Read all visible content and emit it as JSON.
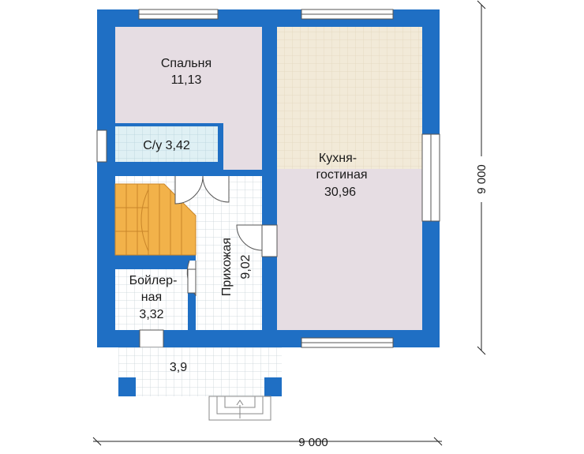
{
  "colors": {
    "wall": "#1f6fc4",
    "wall_dark": "#1d5fae",
    "bedroom_floor": "#e6dde3",
    "kitchen_floor": "#f2ead8",
    "living_floor": "#e6dde3",
    "tile_floor": "#dff0f4",
    "hall_floor": "#ffffff",
    "stairs": "#f2b24a",
    "dimension_line": "#222222"
  },
  "rooms": {
    "bedroom": {
      "name": "Спальня",
      "area": "11,13"
    },
    "bathroom": {
      "label": "С/у 3,42"
    },
    "kitchen": {
      "name_line1": "Кухня-",
      "name_line2": "гостиная",
      "area": "30,96"
    },
    "hallway": {
      "name": "Прихожая",
      "area": "9,02"
    },
    "boiler": {
      "name_line1": "Бойлер-",
      "name_line2": "ная",
      "area": "3,32"
    },
    "porch": {
      "area": "3,9"
    }
  },
  "dimensions": {
    "width": "9 000",
    "height": "9 000"
  },
  "icons": {
    "stairs": "staircase-icon",
    "door": "door-swing-icon",
    "window": "window-icon"
  }
}
